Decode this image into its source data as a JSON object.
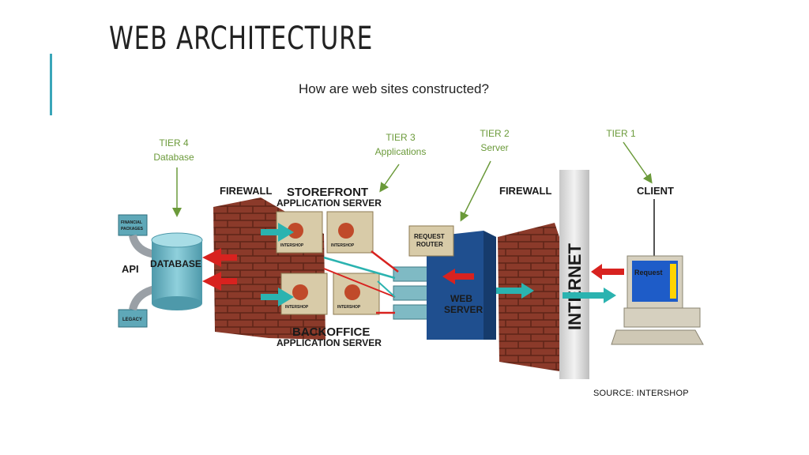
{
  "slide": {
    "title": "WEB ARCHITECTURE",
    "subtitle": "How are web sites constructed?",
    "source": "SOURCE: INTERSHOP"
  },
  "tiers": {
    "tier4": {
      "name": "TIER 4",
      "desc": "Database"
    },
    "tier3": {
      "name": "TIER 3",
      "desc": "Applications"
    },
    "tier2": {
      "name": "TIER 2",
      "desc": "Server"
    },
    "tier1": {
      "name": "TIER 1",
      "desc": ""
    }
  },
  "diagram": {
    "firewall_left": "FIREWALL",
    "firewall_right": "FIREWALL",
    "storefront_line1": "STOREFRONT",
    "storefront_line2": "APPLICATION SERVER",
    "backoffice_line1": "BACKOFFICE",
    "backoffice_line2": "APPLICATION SERVER",
    "client": "CLIENT",
    "database": "DATABASE",
    "api": "API",
    "request_router_line1": "REQUEST",
    "request_router_line2": "ROUTER",
    "web_server_line1": "WEB",
    "web_server_line2": "SERVER",
    "internet": "INTERNET",
    "monitor_text": "Request",
    "legacy": "LEGACY",
    "financial_line1": "FINANCIAL",
    "financial_line2": "PACKAGES",
    "box_brand": "INTERSHOP"
  },
  "colors": {
    "accent": "#3aa6b9",
    "tier_label": "#6b9a3a",
    "brick": "#8b3a2a",
    "database": "#6fb5c4",
    "web_server": "#1f4f8f",
    "arrow_red": "#d8221f",
    "arrow_teal": "#2bb3b0"
  }
}
